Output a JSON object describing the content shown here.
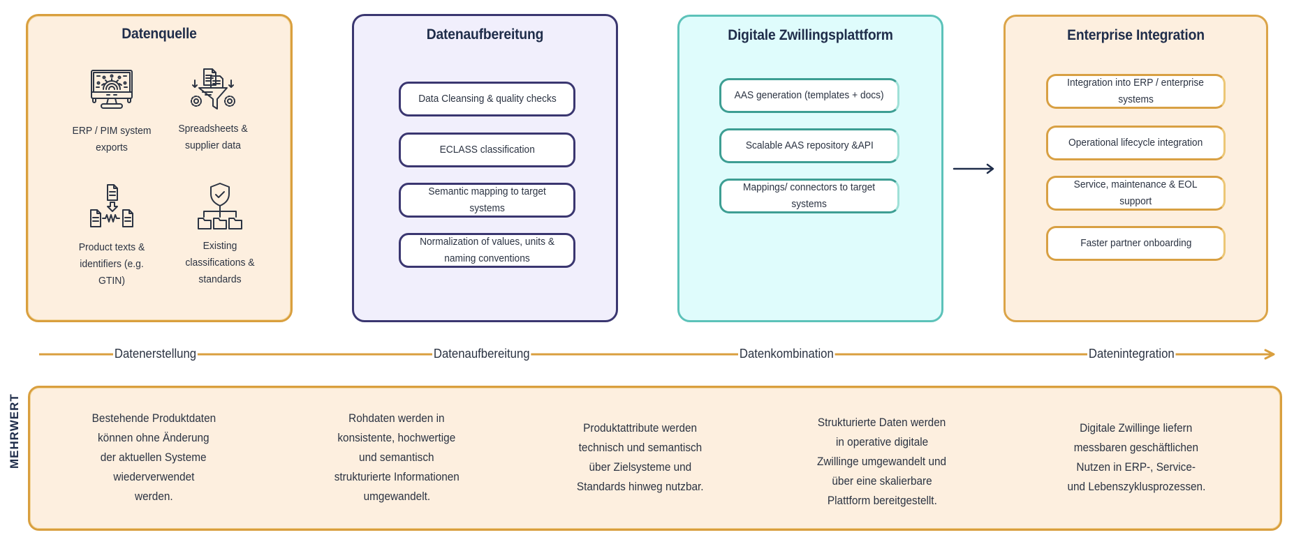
{
  "stages": [
    {
      "id": "source",
      "title": "Datenquelle",
      "items": [
        {
          "label_line1": "ERP / PIM system",
          "label_line2": "exports",
          "icon": "monitor-gear-icon"
        },
        {
          "label_line1": "Spreadsheets &",
          "label_line2": "supplier data",
          "icon": "funnel-documents-icon"
        },
        {
          "label_line1": "Product texts &",
          "label_line2": "identifiers (e.g.",
          "label_line3": "GTIN)",
          "icon": "documents-merge-icon"
        },
        {
          "label_line1": "Existing",
          "label_line2": "classifications &",
          "label_line3": "standards",
          "icon": "shield-hierarchy-icon"
        }
      ]
    },
    {
      "id": "prep",
      "title": "Datenaufbereitung",
      "items": [
        {
          "line1": "Data Cleansing & quality checks"
        },
        {
          "line1": "ECLASS classification"
        },
        {
          "line1": "Semantic mapping to target",
          "line2": "systems"
        },
        {
          "line1": "Normalization of values, units &",
          "line2": "naming conventions"
        }
      ]
    },
    {
      "id": "twin",
      "title": "Digitale Zwillingsplattform",
      "items": [
        {
          "line1": "AAS generation (templates + docs)"
        },
        {
          "line1": "Scalable AAS repository &API"
        },
        {
          "line1": "Mappings/ connectors to target",
          "line2": "systems"
        }
      ]
    },
    {
      "id": "enterprise",
      "title": "Enterprise Integration",
      "items": [
        {
          "line1": "Integration into ERP / enterprise",
          "line2": "systems"
        },
        {
          "line1": "Operational lifecycle integration"
        },
        {
          "line1": "Service, maintenance & EOL",
          "line2": "support"
        },
        {
          "line1": "Faster partner onboarding"
        }
      ]
    }
  ],
  "flow_arrow_icon": "arrow-right-icon",
  "timeline": {
    "labels": [
      "Datenerstellung",
      "Datenaufbereitung",
      "Datenkombination",
      "Datenintegration"
    ],
    "color": "#d99f3e"
  },
  "value": {
    "side_label": "MEHRWERT",
    "columns": [
      [
        "Bestehende Produktdaten",
        "können ohne Änderung",
        "der aktuellen Systeme",
        "wiederverwendet",
        "werden."
      ],
      [
        "Rohdaten werden in",
        "konsistente, hochwertige",
        "und semantisch",
        "strukturierte Informationen",
        "umgewandelt."
      ],
      [
        "Produktattribute werden",
        "technisch und semantisch",
        "über Zielsysteme und",
        "Standards hinweg nutzbar."
      ],
      [
        "Strukturierte Daten werden",
        "in operative digitale",
        "Zwillinge umgewandelt und",
        "über eine skalierbare",
        "Plattform bereitgestellt."
      ],
      [
        "Digitale Zwillinge liefern",
        "messbaren geschäftlichen",
        "Nutzen in ERP-, Service-",
        "und Lebenszyklusprozessen."
      ]
    ]
  },
  "colors": {
    "gold": "#d99f3e",
    "navy": "#1f2d4a",
    "purple": "#3a3670",
    "teal": "#5cc2b9",
    "cream": "#fdefdf",
    "lavender": "#f1effc",
    "aqua": "#dffcfc"
  }
}
